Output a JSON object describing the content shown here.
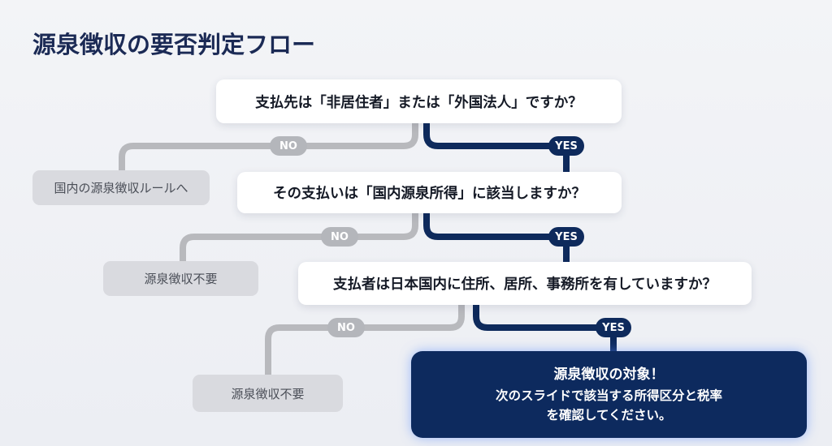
{
  "title": "源泉徴収の要否判定フロー",
  "questions": [
    {
      "text": "支払先は「非居住者」または「外国法人」ですか？"
    },
    {
      "text": "その支払いは「国内源泉所得」に該当しますか？"
    },
    {
      "text": "支払者は日本国内に住所、居所、事務所を有していますか？"
    }
  ],
  "branch_labels": {
    "no": "NO",
    "yes": "YES"
  },
  "outcomes": [
    {
      "text": "国内の源泉徴収ルールへ"
    },
    {
      "text": "源泉徴収不要"
    },
    {
      "text": "源泉徴収不要"
    }
  ],
  "final": {
    "heading": "源泉徴収の対象！",
    "line1": "次のスライドで該当する所得区分と税率",
    "line2": "を確認してください。"
  },
  "colors": {
    "navy": "#0d2a5e",
    "gray_line": "#b8b9bd",
    "title": "#1b2a55"
  }
}
